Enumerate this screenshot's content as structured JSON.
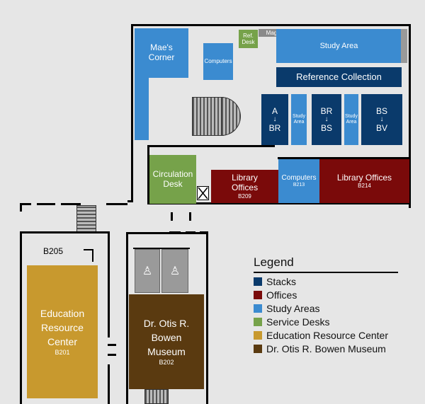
{
  "colors": {
    "stacks": "#0a3a6b",
    "offices": "#7a0a0a",
    "study_areas": "#3b8bd0",
    "service_desks": "#76a24a",
    "education_resource_center": "#c8992e",
    "museum": "#5a3a10",
    "background": "#e6e6e6"
  },
  "rooms": {
    "maes_corner": "Mae's\nCorner",
    "computers_top": "Computers",
    "ref_desk": "Ref.\nDesk",
    "magazines": "Magazines",
    "study_area_top": "Study Area",
    "reference_collection": "Reference Collection",
    "stack_a_br": {
      "top": "A",
      "bottom": "BR"
    },
    "study_area_small_1": "Study\nArea",
    "stack_br_bs": {
      "top": "BR",
      "bottom": "BS"
    },
    "study_area_small_2": "Study\nArea",
    "stack_bs_bv": {
      "top": "BS",
      "bottom": "BV"
    },
    "circulation_desk": "Circulation\nDesk",
    "library_offices_b209": {
      "name": "Library\nOffices",
      "room": "B209"
    },
    "computers_b213": {
      "name": "Computers",
      "room": "B213"
    },
    "library_offices_b214": {
      "name": "Library Offices",
      "room": "B214"
    },
    "b205": "B205",
    "education_resource_center": {
      "name": "Education\nResource\nCenter",
      "room": "B201"
    },
    "bowen_museum": {
      "name": "Dr. Otis R.\nBowen\nMuseum",
      "room": "B202"
    }
  },
  "legend": {
    "title": "Legend",
    "items": [
      {
        "label": "Stacks",
        "color": "#0a3a6b"
      },
      {
        "label": "Offices",
        "color": "#7a0a0a"
      },
      {
        "label": "Study Areas",
        "color": "#3b8bd0"
      },
      {
        "label": "Service Desks",
        "color": "#76a24a"
      },
      {
        "label": "Education Resource Center",
        "color": "#c8992e"
      },
      {
        "label": "Dr. Otis R. Bowen Museum",
        "color": "#5a3a10"
      }
    ]
  }
}
